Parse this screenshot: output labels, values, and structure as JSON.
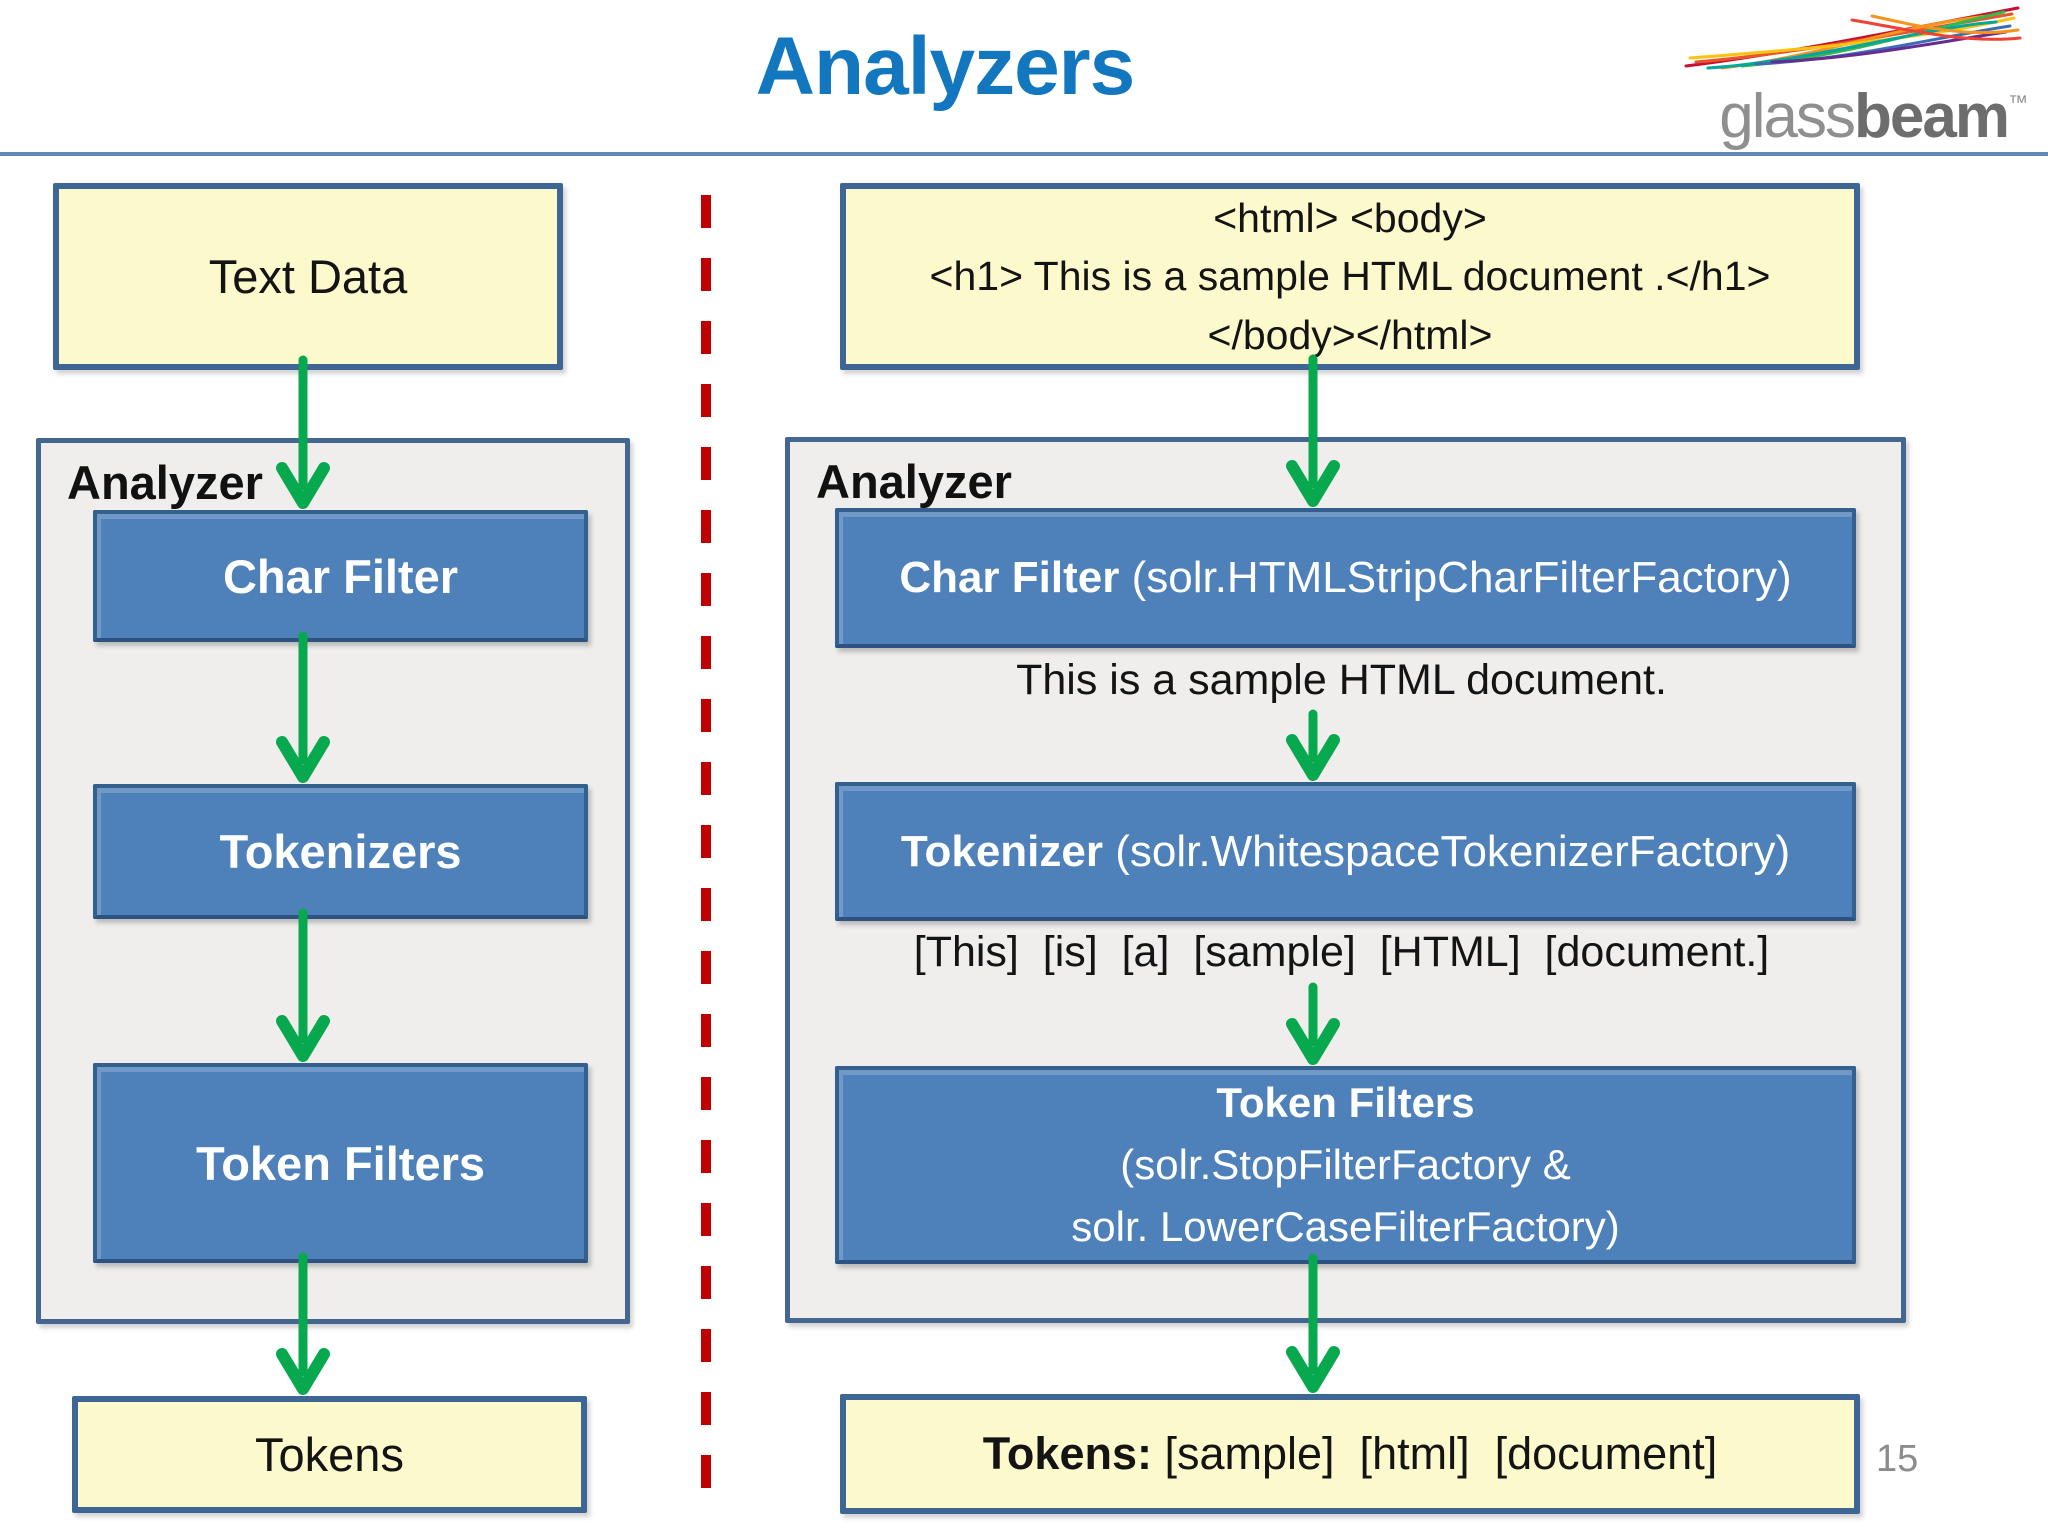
{
  "slide": {
    "title": "Analyzers",
    "page_number": "15",
    "logo": {
      "part1": "glass",
      "part2": "beam",
      "tm": "™"
    }
  },
  "left": {
    "input_label": "Text Data",
    "analyzer_label": "Analyzer",
    "stages": [
      "Char Filter",
      "Tokenizers",
      "Token Filters"
    ],
    "output_label": "Tokens"
  },
  "right": {
    "input_lines": [
      "<html> <body>",
      "<h1> This is a sample HTML document .</h1>",
      "</body></html>"
    ],
    "analyzer_label": "Analyzer",
    "char_filter": {
      "bold": "Char Filter",
      "rest": " (solr.HTMLStripCharFilterFactory)"
    },
    "char_filter_output": "This is a sample HTML document.",
    "tokenizer": {
      "bold": "Tokenizer",
      "rest": " (solr.WhitespaceTokenizerFactory)"
    },
    "tokenizer_output": "[This]  [is]  [a]  [sample]  [HTML]  [document.]",
    "token_filters": {
      "line1": "Token Filters",
      "line2": "(solr.StopFilterFactory &",
      "line3": "solr. LowerCaseFilterFactory)"
    },
    "output": {
      "bold": "Tokens:",
      "rest": " [sample]  [html]  [document]"
    }
  },
  "colors": {
    "title_blue": "#1277be",
    "box_blue_fill": "#4e80ba",
    "box_blue_border": "#33608f",
    "yellow_fill": "#fcfacd",
    "yellow_border": "#3e6695",
    "gray_fill": "#efeeed",
    "arrow_green": "#07a84e",
    "divider_red": "#c00000"
  }
}
